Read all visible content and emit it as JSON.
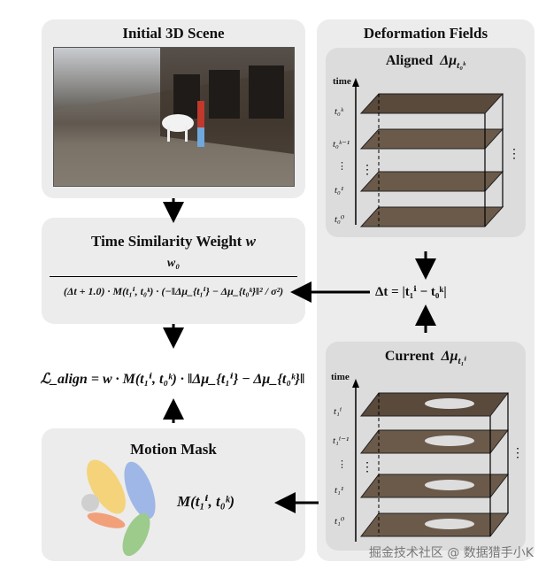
{
  "panels": {
    "initial_scene": {
      "title": "Initial 3D Scene"
    },
    "deformation": {
      "title": "Deformation Fields",
      "aligned": {
        "title": "Aligned",
        "symbol": "Δμ",
        "sub": "t₀ᵏ"
      },
      "current": {
        "title": "Current",
        "symbol": "Δμ",
        "sub": "t₁ⁱ"
      }
    },
    "time_weight": {
      "title": "Time Similarity Weight",
      "var": "w"
    },
    "motion_mask": {
      "title": "Motion Mask"
    }
  },
  "formulas": {
    "weight_numerator": "w₀",
    "weight_denominator": "(Δt + 1.0) · M(t₁ⁱ, t₀ᵏ) · (−‖Δμ_{t₁ⁱ} − Δμ_{t₀ᵏ}‖² / σ²)",
    "delta_t": "Δt = |t₁ⁱ − t₀ᵏ|",
    "align_loss": "ℒ_align = w · M(t₁ⁱ, t₀ᵏ) · ‖Δμ_{t₁ⁱ} − Δμ_{t₀ᵏ}‖",
    "mask_label": "M(t₁ⁱ, t₀ᵏ)"
  },
  "aligned_axis": {
    "axis_label": "time",
    "ticks": [
      "t₀ᵏ",
      "t₀ᵏ⁻¹",
      "⋮",
      "t₀¹",
      "t₀⁰"
    ]
  },
  "current_axis": {
    "axis_label": "time",
    "ticks": [
      "t₁ⁱ",
      "t₁ⁱ⁻¹",
      "⋮",
      "t₁¹",
      "t₁⁰"
    ]
  },
  "watermark": "掘金技术社区 @ 数据猎手小K",
  "colors": {
    "panel_bg": "#ececec",
    "mask_blue": "#9fb7e6",
    "mask_yellow": "#f4d37a",
    "mask_green": "#9ccb8c",
    "mask_orange": "#f2a07a",
    "mask_gray": "#cfcfcf"
  }
}
